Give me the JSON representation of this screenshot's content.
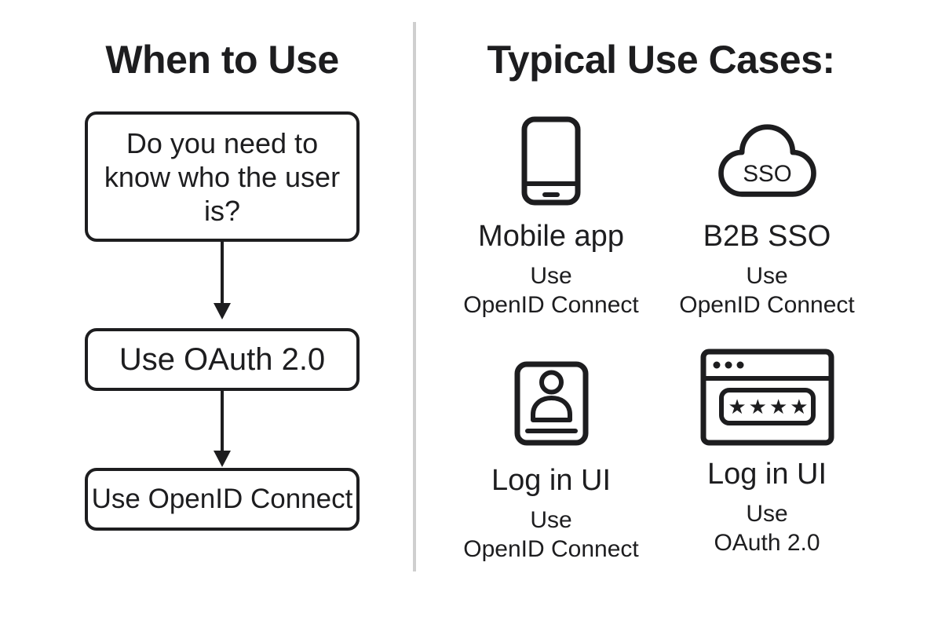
{
  "colors": {
    "ink": "#1d1d1f",
    "divider": "#cfcfcf",
    "background": "#ffffff"
  },
  "left_panel": {
    "title": "When to Use",
    "flowchart": {
      "question_lines": [
        "Do you need to",
        "know who the user",
        "is?"
      ],
      "result_oauth": "Use OAuth 2.0",
      "result_oidc": "Use OpenID Connect"
    }
  },
  "right_panel": {
    "title": "Typical Use Cases:",
    "use_cases": [
      {
        "icon": "mobile-phone-icon",
        "label": "Mobile app",
        "recommendation_lines": [
          "Use",
          "OpenID Connect"
        ]
      },
      {
        "icon": "sso-cloud-icon",
        "icon_text": "SSO",
        "label": "B2B SSO",
        "recommendation_lines": [
          "Use",
          "OpenID Connect"
        ]
      },
      {
        "icon": "id-card-icon",
        "label": "Log in UI",
        "recommendation_lines": [
          "Use",
          "OpenID Connect"
        ]
      },
      {
        "icon": "password-window-icon",
        "icon_text": "★★★★",
        "label": "Log in UI",
        "recommendation_lines": [
          "Use",
          "OAuth 2.0"
        ]
      }
    ]
  }
}
